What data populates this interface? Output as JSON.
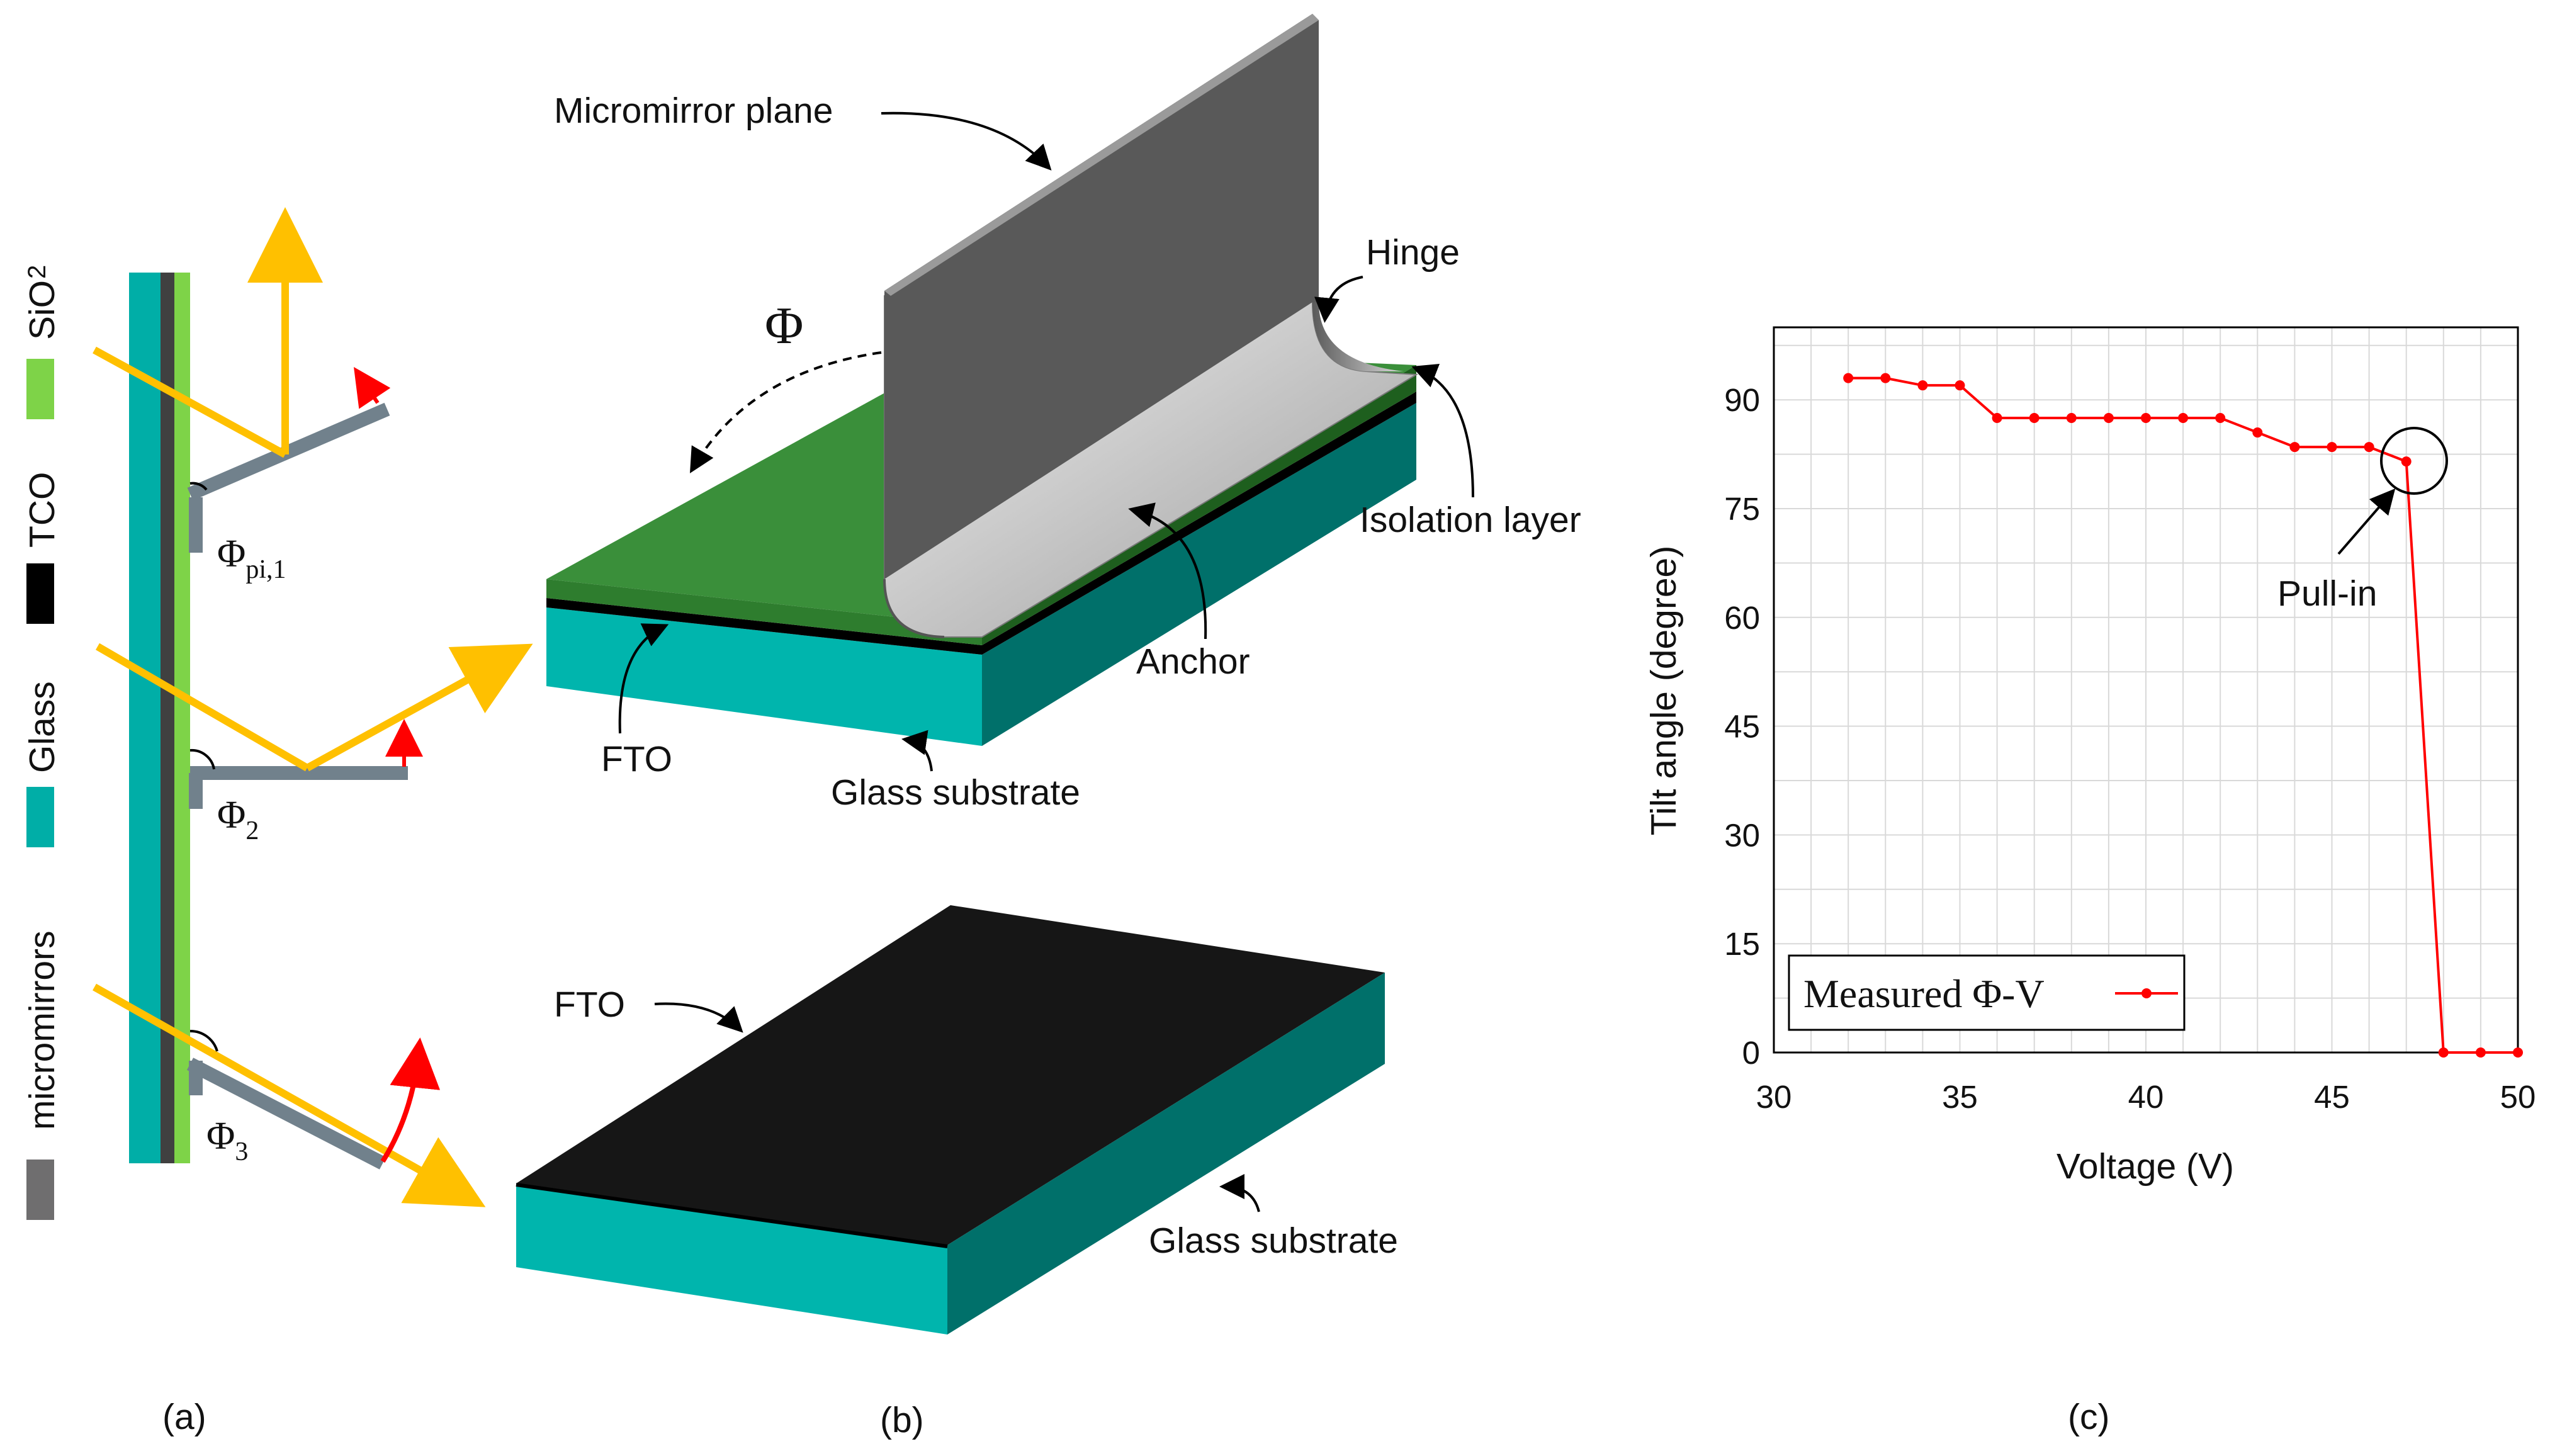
{
  "panel_a": {
    "caption": "(a)",
    "legend": [
      {
        "label": "SiO",
        "sub": "2",
        "color": "#7ed348"
      },
      {
        "label": "TCO",
        "color": "#000000"
      },
      {
        "label": "Glass",
        "color": "#00aea7"
      },
      {
        "label": "micromirrors",
        "color": "#6f6e6f"
      }
    ],
    "angles": [
      {
        "symbol": "Φ",
        "sub": "pi,1"
      },
      {
        "symbol": "Φ",
        "sub": "2"
      },
      {
        "symbol": "Φ",
        "sub": "3"
      }
    ],
    "colors": {
      "ray": "#ffc000",
      "arrow": "#ff0000",
      "mirror": "#71818c"
    }
  },
  "panel_b": {
    "caption": "(b)",
    "top_labels": {
      "micromirror_plane": "Micromirror plane",
      "hinge": "Hinge",
      "phi": "Φ",
      "isolation_layer": "Isolation layer",
      "anchor": "Anchor",
      "fto": "FTO",
      "glass_substrate": "Glass substrate"
    },
    "bottom_labels": {
      "fto": "FTO",
      "glass_substrate": "Glass substrate"
    }
  },
  "panel_c": {
    "caption": "(c)",
    "annotation": "Pull-in"
  },
  "chart_data": {
    "type": "line",
    "title": "",
    "xlabel": "Voltage (V)",
    "ylabel": "Tilt angle (degree)",
    "xlim": [
      30,
      50
    ],
    "ylim": [
      0,
      100
    ],
    "xticks": [
      30,
      35,
      40,
      45,
      50
    ],
    "yticks": [
      0,
      15,
      30,
      45,
      60,
      75,
      90
    ],
    "grid": true,
    "legend_position": "bottom-left",
    "series": [
      {
        "name": "Measured Φ-V",
        "color": "#ff0000",
        "x": [
          32,
          33,
          34,
          35,
          36,
          37,
          38,
          39,
          40,
          41,
          42,
          43,
          44,
          45,
          46,
          47,
          48,
          49,
          50
        ],
        "y": [
          93,
          93,
          92,
          92,
          87.5,
          87.5,
          87.5,
          87.5,
          87.5,
          87.5,
          87.5,
          85.5,
          83.5,
          83.5,
          83.5,
          81.5,
          0,
          0,
          0
        ]
      }
    ]
  }
}
